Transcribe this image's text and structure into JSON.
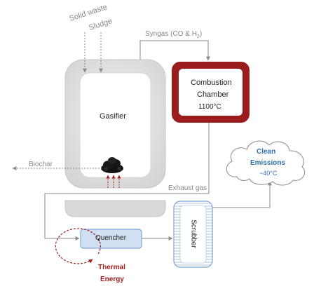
{
  "inputs": {
    "solid_waste": "Solid waste",
    "sludge": "Sludge"
  },
  "syngas_label": "Syngas (CO & H",
  "syngas_sub": "2",
  "syngas_close": ")",
  "gasifier": {
    "title": "Gasifier"
  },
  "combustion": {
    "line1": "Combustion",
    "line2": "Chamber",
    "temp": "1100°C"
  },
  "clean": {
    "line1": "Clean",
    "line2": "Emissions",
    "temp": "~40°C"
  },
  "biochar_label": "Biochar",
  "exhaust_label": "Exhaust gas",
  "quencher_label": "Quencher",
  "scrubber_label": "Scrubber",
  "thermal": {
    "line1": "Thermal",
    "line2": "Energy"
  },
  "colors": {
    "gasifier_fill": "#e3e3e3",
    "combustion_outer": "#9b1c1c",
    "quencher_fill": "#cfe0f3",
    "quencher_border": "#7fa6d3",
    "scrubber_border": "#7ea3cf",
    "clean_text": "#2f6fae",
    "thermal": "#a01d1d",
    "arrow_gray": "#8a8a8a"
  }
}
